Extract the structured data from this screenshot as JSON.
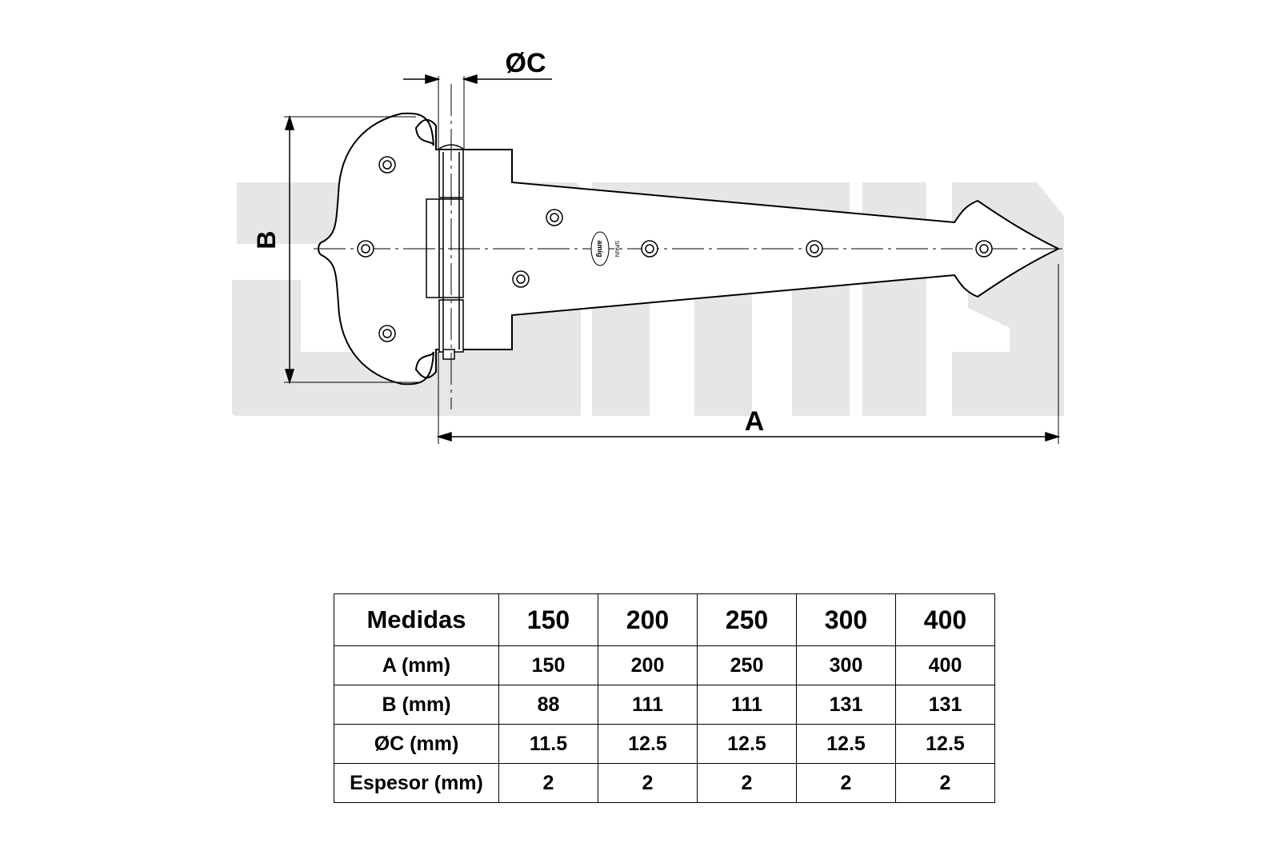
{
  "brand": {
    "watermark_text": "amig",
    "stamp_text": "amig",
    "stamp_country": "SPAIN",
    "watermark_color": "#e6e6e6"
  },
  "dimensions": {
    "a_label": "A",
    "b_label": "B",
    "c_label": "ØC"
  },
  "table": {
    "header": {
      "label": "Medidas",
      "sizes": [
        "150",
        "200",
        "250",
        "300",
        "400"
      ]
    },
    "rows": [
      {
        "label": "A (mm)",
        "values": [
          "150",
          "200",
          "250",
          "300",
          "400"
        ]
      },
      {
        "label": "B (mm)",
        "values": [
          "88",
          "111",
          "111",
          "131",
          "131"
        ]
      },
      {
        "label": "ØC (mm)",
        "values": [
          "11.5",
          "12.5",
          "12.5",
          "12.5",
          "12.5"
        ]
      },
      {
        "label": "Espesor (mm)",
        "values": [
          "2",
          "2",
          "2",
          "2",
          "2"
        ]
      }
    ]
  }
}
